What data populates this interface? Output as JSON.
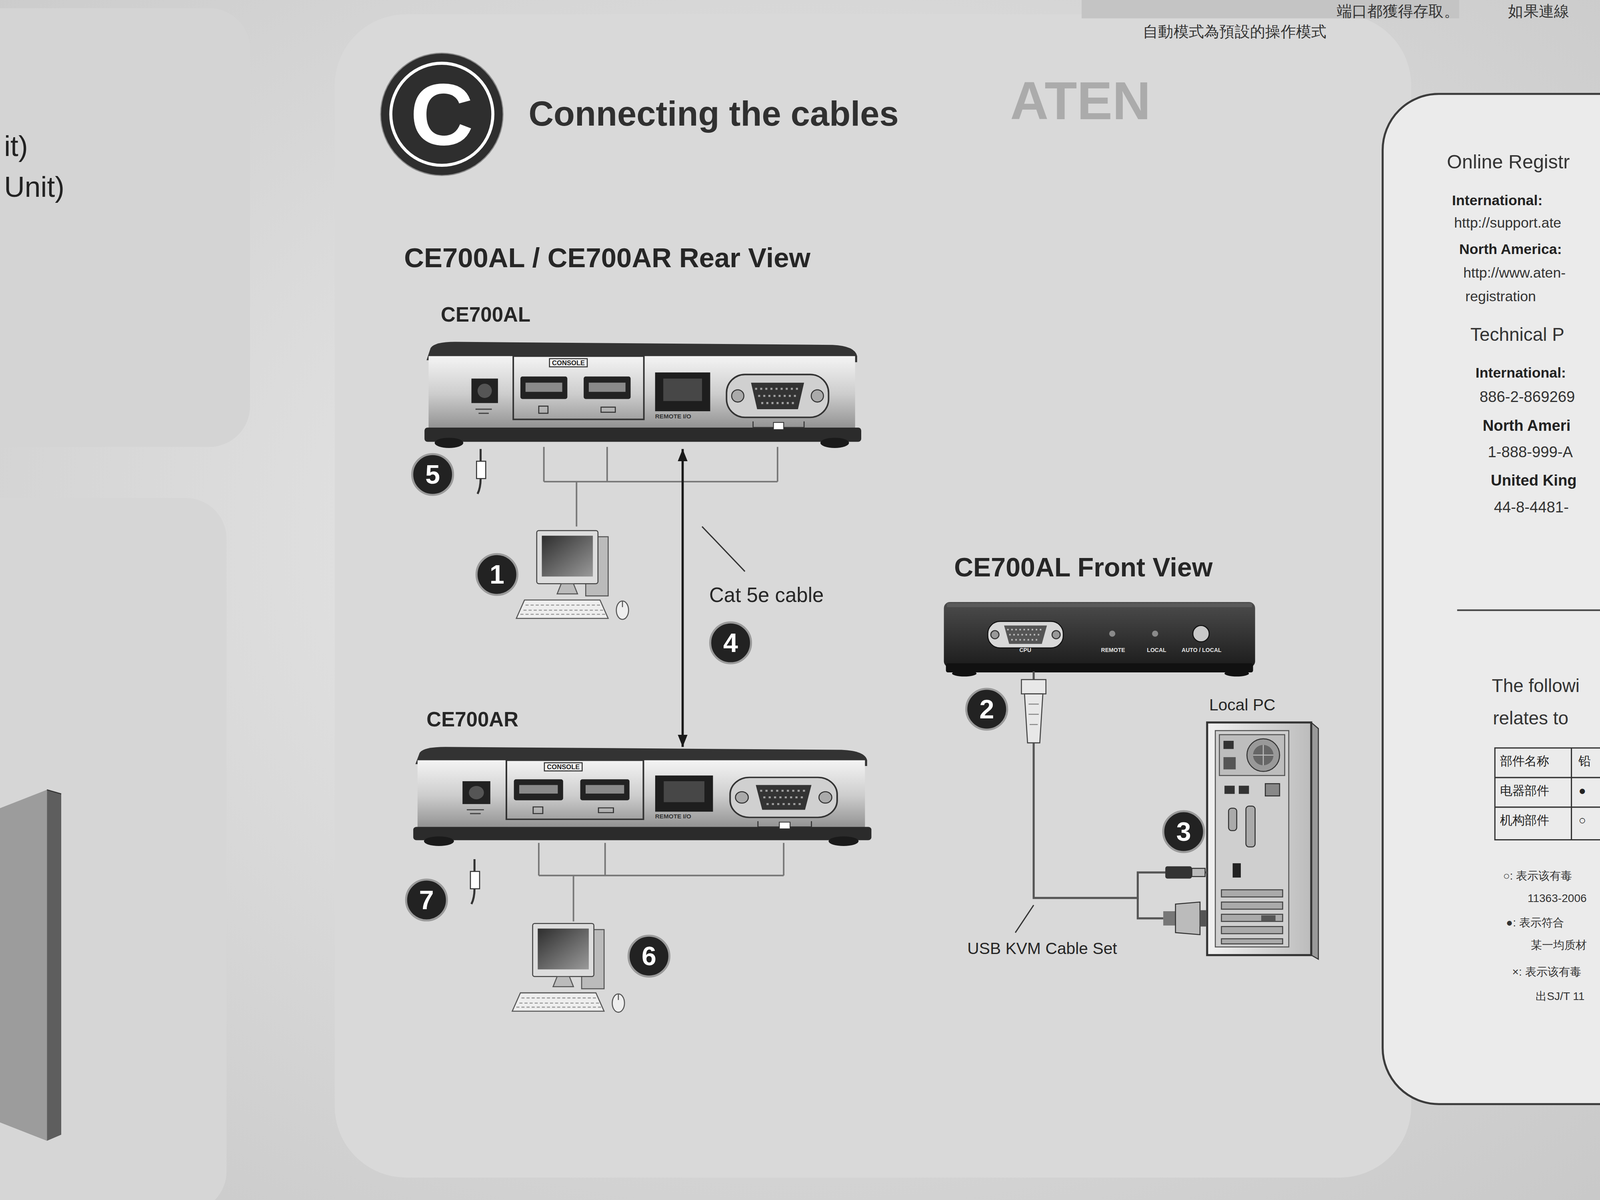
{
  "diagram": {
    "title": "Connecting the cables",
    "nodes": [
      {
        "text": [
          "CE700AL",
          "CONSOLE",
          "REMOTE I/O"
        ]
      },
      {
        "text": [
          "CE700AR",
          "CONSOLE",
          "REMOTE I/O"
        ]
      },
      {
        "text": [
          "CE700AL Front View",
          "CPU",
          "REMOTE",
          "LOCAL",
          "AUTO / LOCAL"
        ]
      },
      {
        "text": [
          "Local PC"
        ]
      },
      {
        "text": [
          "Online Registr",
          "International:",
          "http://support.ate",
          "North America:",
          "http://www.aten-",
          "registration",
          "Technical P",
          "International:",
          "886-2-869269",
          "North Ameri",
          "1-888-999-A",
          "United King",
          "44-8-4481-",
          "The followi",
          "relates to"
        ]
      }
    ],
    "edges": [
      {
        "from": 0,
        "to": 1,
        "arrow": "both",
        "label": "Cat 5e cable"
      },
      {
        "from": 2,
        "to": 3,
        "arrow": "none",
        "label": "USB KVM Cable Set"
      }
    ],
    "labels": [
      "C",
      "CE700AL / CE700AR Rear View",
      "5",
      "1",
      "4",
      "7",
      "6",
      "2",
      "3",
      "it)",
      "Unit)",
      "ATEN",
      "自動模式為預設的操作模式",
      "端口都獲得存取。",
      "如果連線",
      "部件名称",
      "铅",
      "电器部件",
      "●",
      "机构部件",
      "○",
      "○: 表示该有毒",
      "11363-2006",
      "●: 表示符合",
      "某一均质材",
      "×: 表示该有毒",
      "出SJ/T 11"
    ]
  }
}
